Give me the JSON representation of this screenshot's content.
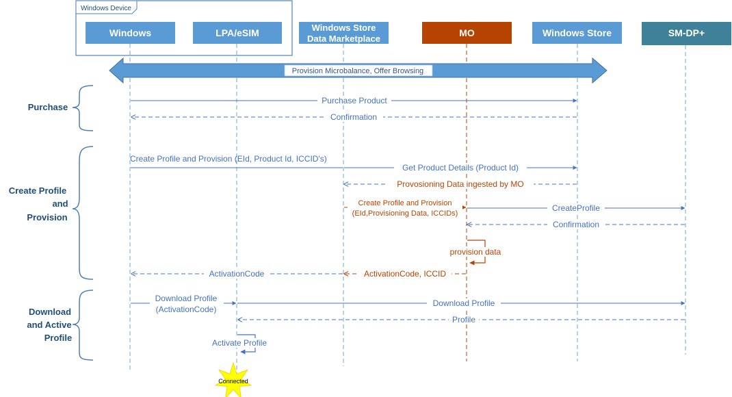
{
  "device_box": {
    "title": "Windows Device"
  },
  "participants": [
    {
      "id": "windows",
      "label": "Windows"
    },
    {
      "id": "lpa",
      "label": "LPA/eSIM"
    },
    {
      "id": "store_dm",
      "label_line1": "Windows Store",
      "label_line2": "Data Marketplace"
    },
    {
      "id": "mo",
      "label": "MO"
    },
    {
      "id": "store",
      "label": "Windows Store"
    },
    {
      "id": "smdp",
      "label": "SM-DP+"
    }
  ],
  "banner": {
    "label": "Provision Microbalance, Offer Browsing"
  },
  "phases": [
    {
      "id": "purchase",
      "lines": [
        "Purchase"
      ]
    },
    {
      "id": "create",
      "lines": [
        "Create Profile",
        "and",
        "Provision"
      ]
    },
    {
      "id": "download",
      "lines": [
        "Download",
        "and Active",
        "Profile"
      ]
    }
  ],
  "messages": {
    "purchase_product": "Purchase Product",
    "confirmation_1": "Confirmation",
    "create_profile_provision": "Create Profile and Provision (EId, Product Id, ICCID's)",
    "get_product_details": "Get Product Details (Product Id)",
    "provisioning_data": "Provosioning Data ingested by MO",
    "mo_create_line1": "Create Profile and Provision",
    "mo_create_line2": "(EId,Provisioning Data, ICCIDs)",
    "create_profile": "CreateProfile",
    "confirmation_2": "Confirmation",
    "provision_data": "provision data",
    "activation_code_mo": "ActivationCode, ICCID",
    "activation_code": "ActivationCode",
    "download_profile_line1": "Download Profile",
    "download_profile_line2": "(ActivationCode)",
    "download_profile": "Download Profile",
    "profile": "Profile",
    "activate_profile": "Activate Profile"
  },
  "connected": {
    "label": "Connected"
  },
  "colors": {
    "participant_blue": "#5b9bd5",
    "mo_fill": "#b64400",
    "smdp_fill": "#3f8199",
    "message_blue": "#4472c4",
    "mo_message": "#b64400",
    "lifeline": "#6aa7d8",
    "star": "#ffff00"
  }
}
